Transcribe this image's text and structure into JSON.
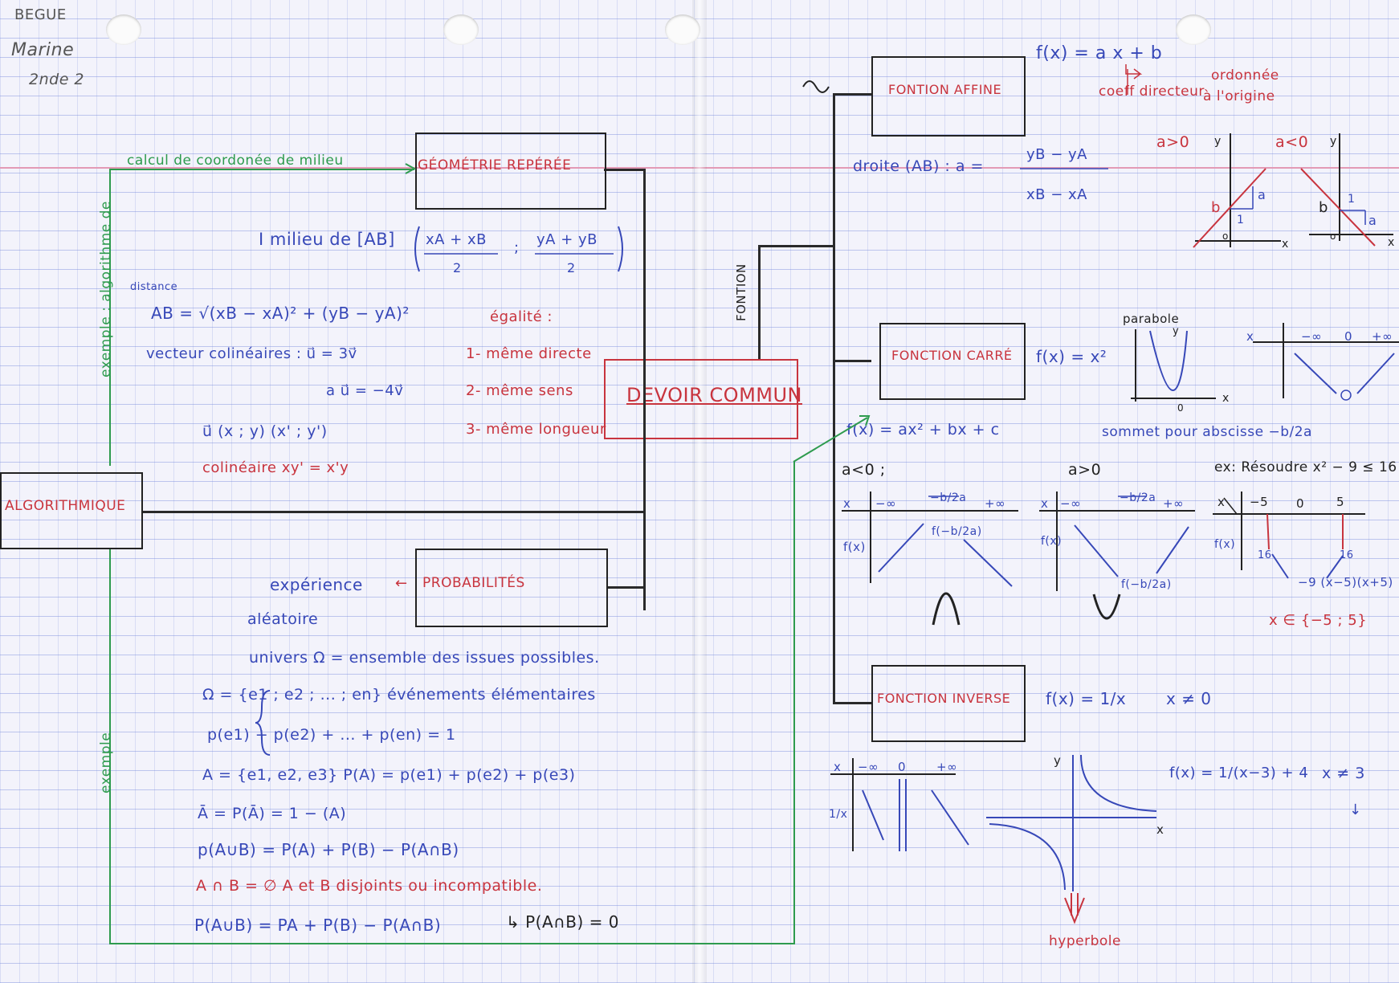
{
  "header": {
    "name_line1": "BEGUE",
    "name_line2": "Marine",
    "name_line3": "2nde 2"
  },
  "center": {
    "title": "DEVOIR COMMUN",
    "fonction_label": "FONTION"
  },
  "algo": {
    "box_label": "ALGORITHMIQUE",
    "side_label_top": "exemple : algorithme de",
    "side_label_bottom": "exemple",
    "green_top_label": "calcul de coordonée de milieu"
  },
  "geometrie": {
    "box_label": "GÉOMÉTRIE REPÉRÉE",
    "milieu_a": "I milieu de [AB]",
    "milieu_num1": "xA + xB",
    "milieu_sep": ";",
    "milieu_num2": "yA + yB",
    "milieu_den": "2",
    "distance_label": "distance",
    "distance_formula": "AB = √(xB − xA)² + (yB − yA)²",
    "vect_col": "vecteur colinéaires :  u⃗ = 3v⃗",
    "vect_col2": "a u⃗ = −4v⃗",
    "vect_coord": "u⃗ (x ; y) (x' ; y')",
    "colin_rule": "colinéaire xy' = x'y",
    "egalite_title": "égalité :",
    "egalite_1": "1- même directe",
    "egalite_2": "2- même sens",
    "egalite_3": "3- même longueur"
  },
  "proba": {
    "box_label": "PROBABILITÉS",
    "experience": "expérience",
    "aleatoire": "aléatoire",
    "univers": "univers Ω = ensemble des issues possibles.",
    "omega_set": "Ω = {e1 ; e2 ; ... ; en} événements élémentaires",
    "sum": "p(e1) + p(e2) + ... + p(en) = 1",
    "event_a": "A = {e1, e2, e3}  P(A) = p(e1) + p(e2) + p(e3)",
    "complement": "Ā = P(Ā) = 1 − (A)",
    "union": "p(A∪B) = P(A) + P(B) − P(A∩B)",
    "disjoint": "A ∩ B = ∅   A et B disjoints ou incompatible.",
    "union2": "P(A∪B) = PA + P(B) − P(A∩B)",
    "inter_zero": "↳ P(A∩B) = 0"
  },
  "affine": {
    "box_label": "FONTION AFFINE",
    "formula": "f(x) = a x + b",
    "ordonnee": "ordonnée",
    "origine": "à l'origine",
    "coef": "coeff directeur",
    "droite": "droite (AB) :  a =",
    "num": "yB − yA",
    "den": "xB − xA",
    "case1": "a>0",
    "case2": "a<0",
    "b_label": "b",
    "one_label": "1",
    "a_label": "a",
    "o_label": "o",
    "x_label": "x",
    "y_label": "y"
  },
  "carre": {
    "box_label": "FONCTION CARRÉ",
    "formula": "f(x) = x²",
    "parabole": "parabole",
    "sommet": "sommet pour abscisse  −b/2a",
    "general": "f(x) = ax² + bx + c",
    "a_neg": "a<0 ;",
    "a_pos": "a>0",
    "ex": "ex: Résoudre x² − 9 ≤ 16",
    "minf": "−∞",
    "pinf": "+∞",
    "mb2a": "−b/2a",
    "fx": "f(x)",
    "x": "x",
    "zero": "0",
    "m5": "−5",
    "p5": "5",
    "sixteen": "16",
    "factor": "−9 (x−5)(x+5)",
    "solution": "x ∈ {−5 ; 5}",
    "fb2a": "f(−b/2a)"
  },
  "inverse": {
    "box_label": "FONCTION INVERSE",
    "formula": "f(x) = 1/x",
    "neq": "x ≠ 0",
    "x": "x",
    "minf": "−∞",
    "zero": "0",
    "pinf": "+∞",
    "one_over_x": "1/x",
    "hyperbole": "hyperbole",
    "ex2": "f(x) = 1/(x−3) + 4",
    "neq3": "x ≠ 3",
    "y": "y",
    "xaxis": "x"
  },
  "colors": {
    "red": "#c8343e",
    "blue": "#3748b8",
    "green": "#2e9b4e",
    "ink": "#222222",
    "margin": "#e39ab5"
  }
}
